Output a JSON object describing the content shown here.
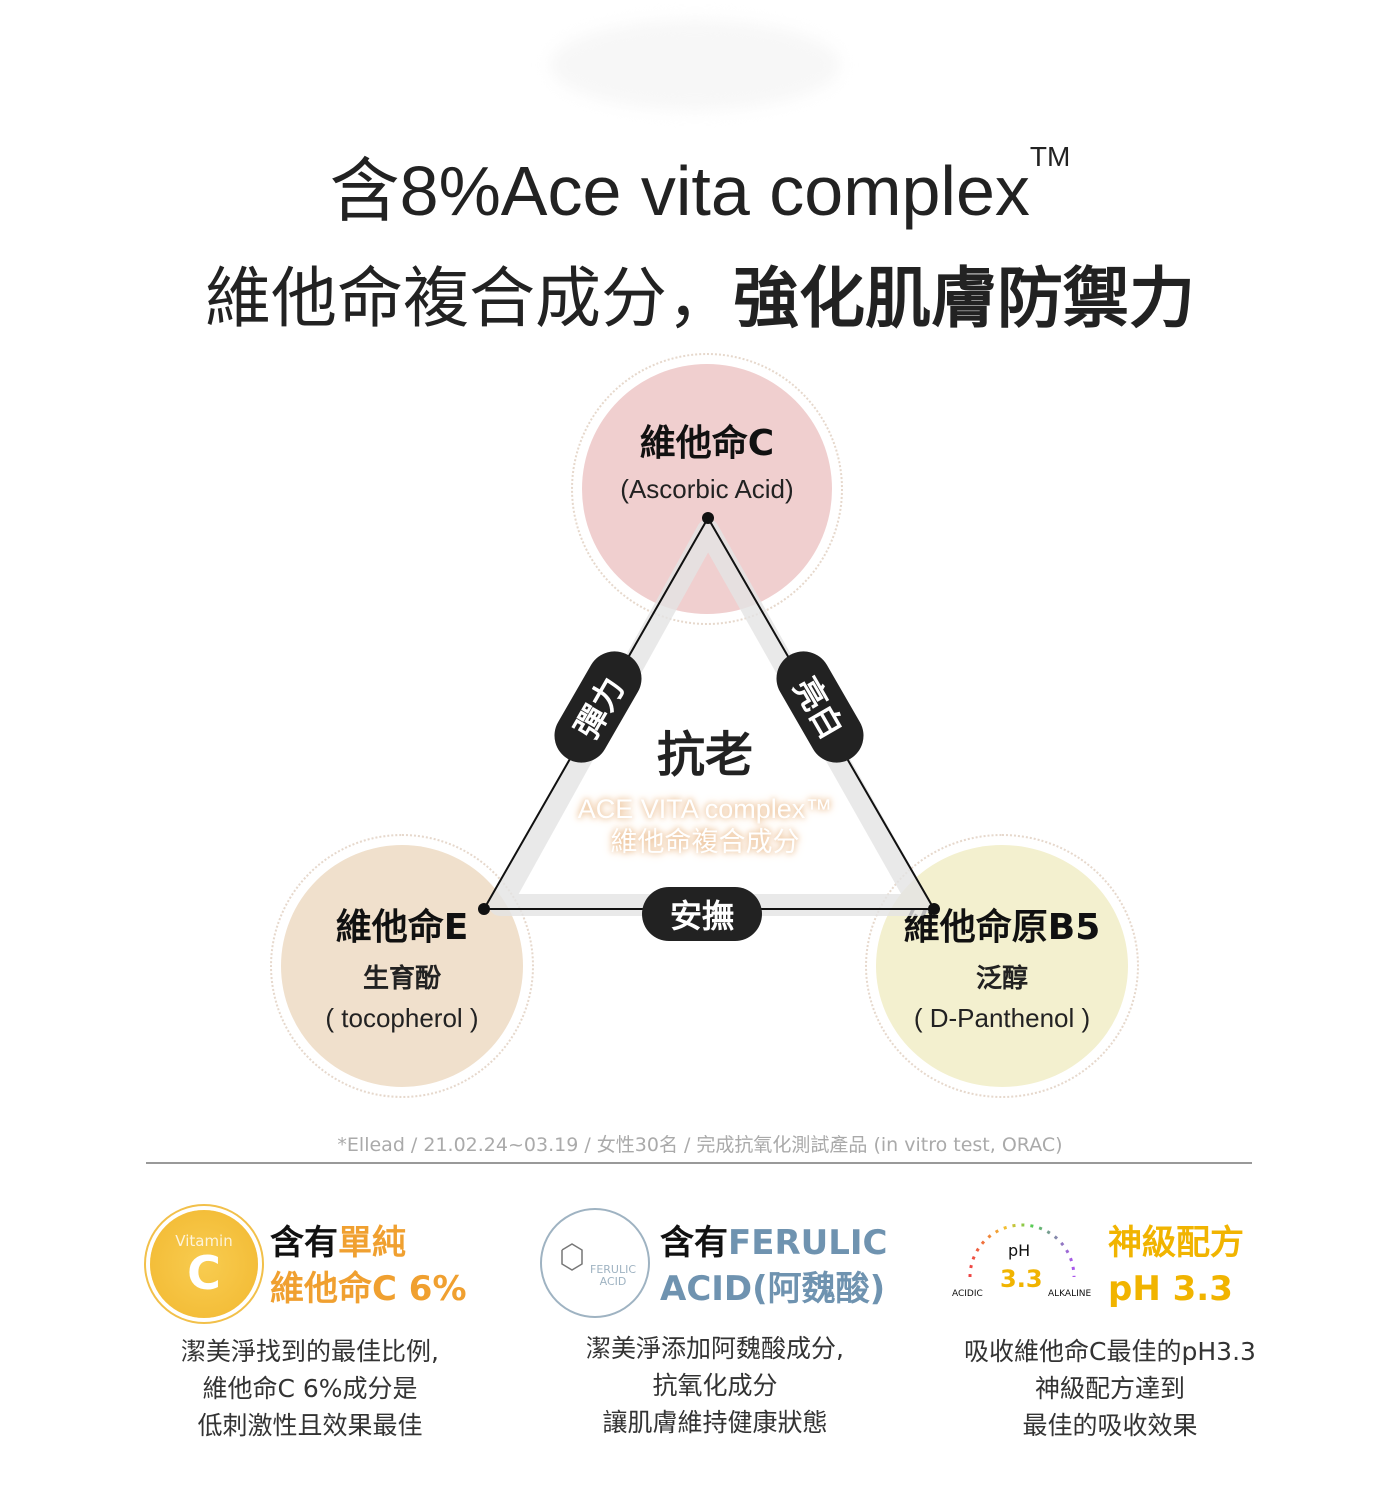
{
  "header": {
    "line1": "含8%Ace vita complex",
    "line1_tm": "TM",
    "line2_regular": "維他命複合成分，",
    "line2_bold": "強化肌膚防禦力"
  },
  "diagram": {
    "vitamin_c": {
      "name": "維他命C",
      "sub": "(Ascorbic Acid)"
    },
    "vitamin_e": {
      "name": "維他命E",
      "sub1": "生育酚",
      "sub2": "( tocopherol )"
    },
    "vitamin_b5": {
      "name": "維他命原B5",
      "sub1": "泛醇",
      "sub2": "( D-Panthenol )"
    },
    "edge_left": "彈力",
    "edge_right": "亮白",
    "edge_bottom": "安撫",
    "center_title": "抗老",
    "center_sub1": "ACE VITA complex™",
    "center_sub2": "維他命複合成分"
  },
  "footnote": "*Ellead / 21.02.24~03.19 / 女性30名 / 完成抗氧化測試產品 (in vitro test, ORAC)",
  "features": [
    {
      "icon_top": "Vitamin",
      "icon_letter": "C",
      "title_a": "含有",
      "title_b": "單純",
      "title_c": "維他命C 6%",
      "desc": [
        "潔美淨找到的最佳比例,",
        "維他命C 6%成分是",
        "低刺激性且效果最佳"
      ]
    },
    {
      "icon_text1": "FERULIC",
      "icon_text2": "ACID",
      "title_a": "含有",
      "title_b": "FERULIC",
      "title_c": "ACID(阿魏酸)",
      "desc": [
        "潔美淨添加阿魏酸成分,",
        "抗氧化成分",
        "讓肌膚維持健康狀態"
      ]
    },
    {
      "gauge_label": "pH",
      "gauge_value": "3.3",
      "gauge_left": "ACIDIC",
      "gauge_right": "ALKALINE",
      "title_b": "神級配方",
      "title_c": "pH 3.3",
      "desc": [
        "吸收維他命C最佳的pH3.3",
        "神級配方達到",
        "最佳的吸收效果"
      ]
    }
  ],
  "colors": {
    "orange": "#f0a030",
    "blue": "#6f93b0",
    "yellow": "#f1b400",
    "pink": "#f0cfcf",
    "beige": "#f0e0cc",
    "cream": "#f3f0cf"
  }
}
